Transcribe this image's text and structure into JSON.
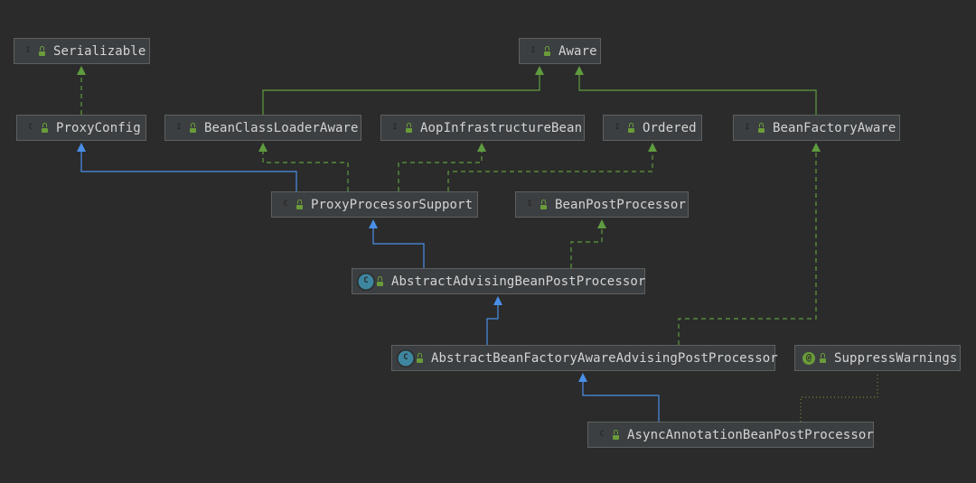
{
  "diagram": {
    "nodes": [
      {
        "id": "serializable",
        "label": "Serializable",
        "kind": "interface",
        "badge": "I",
        "icon": "interface-icon"
      },
      {
        "id": "aware",
        "label": "Aware",
        "kind": "interface",
        "badge": "I",
        "icon": "interface-icon"
      },
      {
        "id": "proxyconfig",
        "label": "ProxyConfig",
        "kind": "class",
        "badge": "C",
        "icon": "class-icon"
      },
      {
        "id": "beanclassloaderaware",
        "label": "BeanClassLoaderAware",
        "kind": "interface",
        "badge": "I",
        "icon": "interface-icon"
      },
      {
        "id": "aopinfrastructurebean",
        "label": "AopInfrastructureBean",
        "kind": "interface",
        "badge": "I",
        "icon": "interface-icon"
      },
      {
        "id": "ordered",
        "label": "Ordered",
        "kind": "interface",
        "badge": "I",
        "icon": "interface-icon"
      },
      {
        "id": "beanfactoryaware",
        "label": "BeanFactoryAware",
        "kind": "interface",
        "badge": "I",
        "icon": "interface-icon"
      },
      {
        "id": "proxyprocessorsupport",
        "label": "ProxyProcessorSupport",
        "kind": "class",
        "badge": "C",
        "icon": "class-icon"
      },
      {
        "id": "beanpostprocessor",
        "label": "BeanPostProcessor",
        "kind": "interface",
        "badge": "I",
        "icon": "interface-icon"
      },
      {
        "id": "abstractadvisingbeanpostprocessor",
        "label": "AbstractAdvisingBeanPostProcessor",
        "kind": "abstract",
        "badge": "C",
        "icon": "abstract-class-icon"
      },
      {
        "id": "abstractbeanfactoryawareadvisingpostprocessor",
        "label": "AbstractBeanFactoryAwareAdvisingPostProcessor",
        "kind": "abstract",
        "badge": "C",
        "icon": "abstract-class-icon"
      },
      {
        "id": "suppresswarnings",
        "label": "SuppressWarnings",
        "kind": "annotation",
        "badge": "@",
        "icon": "annotation-icon"
      },
      {
        "id": "asyncannotationbeanpostprocessor",
        "label": "AsyncAnnotationBeanPostProcessor",
        "kind": "class",
        "badge": "C",
        "icon": "class-icon"
      }
    ],
    "edges": [
      {
        "from": "proxyconfig",
        "to": "serializable",
        "type": "implements"
      },
      {
        "from": "beanclassloaderaware",
        "to": "aware",
        "type": "interface-extends"
      },
      {
        "from": "beanfactoryaware",
        "to": "aware",
        "type": "interface-extends"
      },
      {
        "from": "proxyprocessorsupport",
        "to": "proxyconfig",
        "type": "extends"
      },
      {
        "from": "proxyprocessorsupport",
        "to": "beanclassloaderaware",
        "type": "implements"
      },
      {
        "from": "proxyprocessorsupport",
        "to": "aopinfrastructurebean",
        "type": "implements"
      },
      {
        "from": "proxyprocessorsupport",
        "to": "ordered",
        "type": "implements"
      },
      {
        "from": "abstractadvisingbeanpostprocessor",
        "to": "proxyprocessorsupport",
        "type": "extends"
      },
      {
        "from": "abstractadvisingbeanpostprocessor",
        "to": "beanpostprocessor",
        "type": "implements"
      },
      {
        "from": "abstractbeanfactoryawareadvisingpostprocessor",
        "to": "abstractadvisingbeanpostprocessor",
        "type": "extends"
      },
      {
        "from": "abstractbeanfactoryawareadvisingpostprocessor",
        "to": "beanfactoryaware",
        "type": "implements"
      },
      {
        "from": "asyncannotationbeanpostprocessor",
        "to": "abstractbeanfactoryawareadvisingpostprocessor",
        "type": "extends"
      },
      {
        "from": "asyncannotationbeanpostprocessor",
        "to": "suppresswarnings",
        "type": "annotated-with"
      }
    ]
  },
  "colors": {
    "background": "#2b2b2b",
    "node_fill": "#3c3f41",
    "node_border": "#5e6060",
    "text": "#d4d4d4",
    "extends_edge": "#4a8fe7",
    "interface_edge": "#5f9c3f",
    "annotation_edge": "#7a8a3a",
    "interface_badge": "#6a9c3a",
    "class_badge": "#3e86a0"
  }
}
